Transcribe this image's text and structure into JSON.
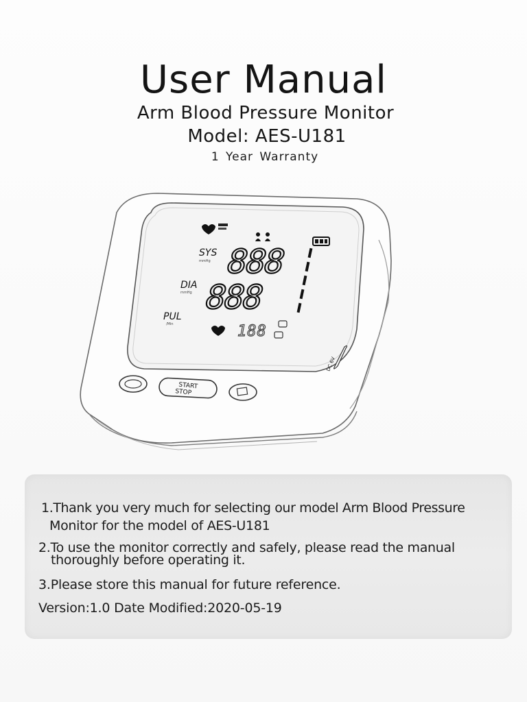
{
  "header": {
    "title": "User Manual",
    "subtitle": "Arm Blood Pressure Monitor",
    "model": "Model: AES-U181",
    "warranty": "1 Year  Warranty"
  },
  "device_illustration": {
    "labels": {
      "sys": "SYS",
      "dia": "DIA",
      "pul": "PUL",
      "digits_sys": "888",
      "digits_dia": "888",
      "digits_pul": "188",
      "start_stop_line1": "START",
      "start_stop_line2": "STOP",
      "dc_label": "DC 6V"
    }
  },
  "notes": {
    "line1": "1.Thank you very much for selecting our model Arm Blood Pressure",
    "line1_cont": "Monitor for the model of AES-U181",
    "line2": "2.To use the monitor correctly and safely, please read the manual",
    "line2_cont": "thoroughly before operating it.",
    "line3": "3.Please store this manual for future reference.",
    "version": "Version:1.0 Date Modified:2020-05-19"
  }
}
